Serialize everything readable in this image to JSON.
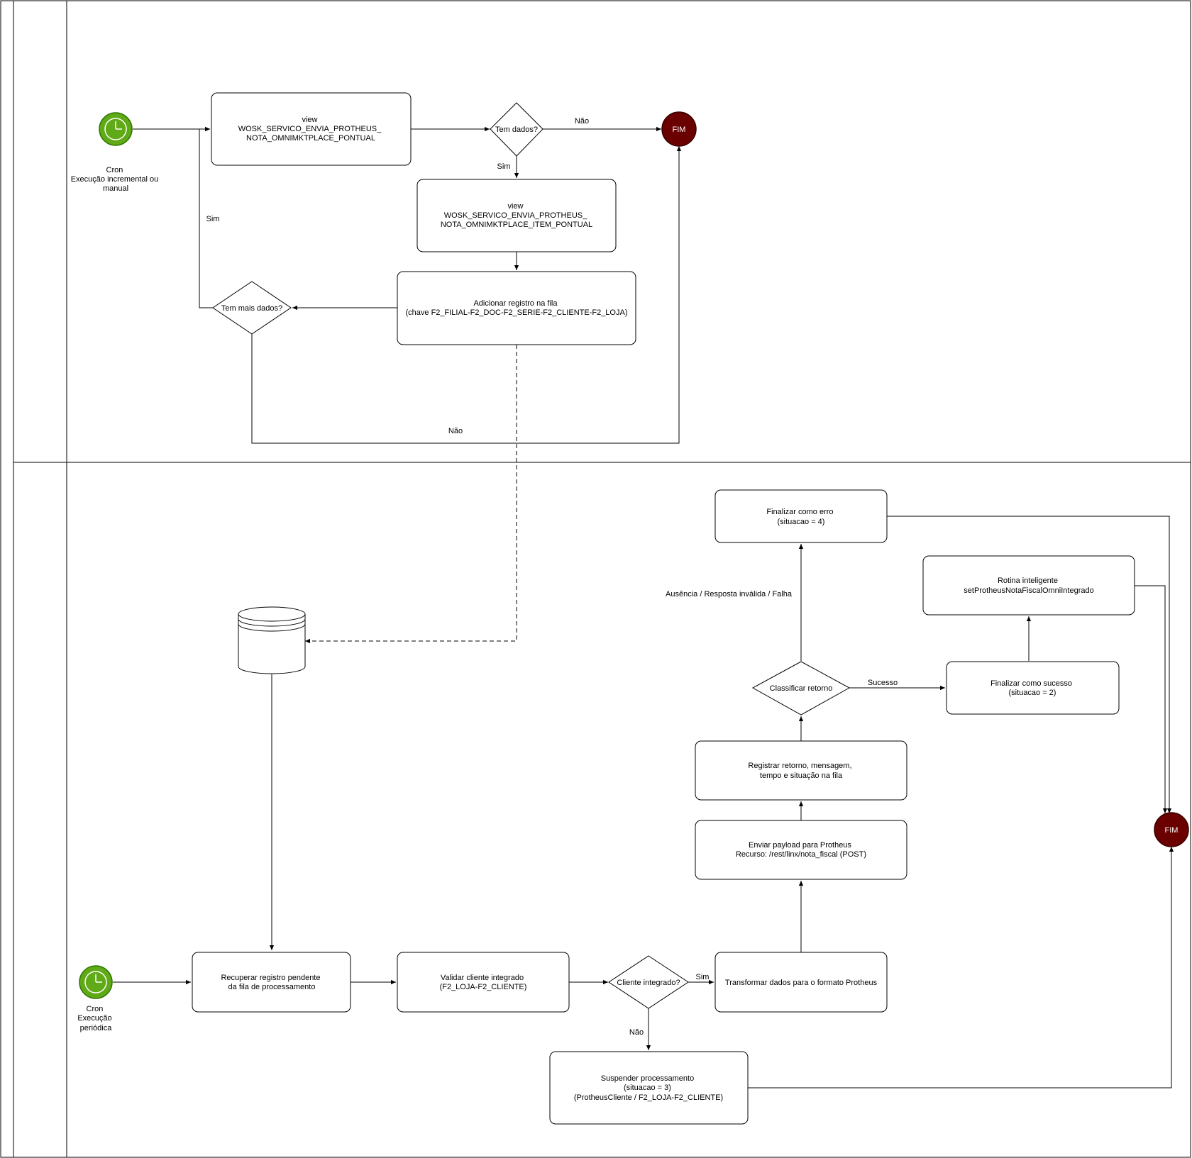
{
  "colors": {
    "start": "#60a917",
    "start_stroke": "#2d7600",
    "end": "#6a0000",
    "end_stroke": "#3a0000",
    "line": "#000000"
  },
  "icons": {
    "start_event": "clock-icon",
    "end_event": "stop-circle",
    "datastore": "database-icon"
  },
  "lane1": {
    "start_label": [
      "Cron",
      "Execução incremental ou",
      "manual"
    ],
    "view_nota": [
      "view",
      "WOSK_SERVICO_ENVIA_PROTHEUS_",
      "NOTA_OMNIMKTPLACE_PONTUAL"
    ],
    "tem_dados": "Tem dados?",
    "nao_top": "Não",
    "fim": "FIM",
    "sim_down": "Sim",
    "view_item": [
      "view",
      "WOSK_SERVICO_ENVIA_PROTHEUS_",
      "NOTA_OMNIMKTPLACE_ITEM_PONTUAL"
    ],
    "adicionar": [
      "Adicionar registro na fila",
      "(chave F2_FILIAL-F2_DOC-F2_SERIE-F2_CLIENTE-F2_LOJA)"
    ],
    "tem_mais": "Tem mais dados?",
    "sim_loop": "Sim",
    "nao_bottom": "Não"
  },
  "lane2": {
    "start_label": [
      "Cron",
      "Execução",
      "periódica"
    ],
    "recuperar": [
      "Recuperar registro pendente",
      "da fila de processamento"
    ],
    "validar": [
      "Validar cliente integrado",
      "(F2_LOJA-F2_CLIENTE)"
    ],
    "cliente_integrado": "Cliente integrado?",
    "sim": "Sim",
    "nao": "Não",
    "transformar": [
      "Transformar dados para o formato Protheus"
    ],
    "suspender": [
      "Suspender processamento",
      "(situacao = 3)",
      "(ProtheusCliente / F2_LOJA-F2_CLIENTE)"
    ],
    "enviar": [
      "Enviar payload para Protheus",
      "Recurso: /rest/linx/nota_fiscal (POST)"
    ],
    "registrar": [
      "Registrar retorno, mensagem,",
      "tempo e situação na fila"
    ],
    "classificar": "Classificar retorno",
    "sucesso": "Sucesso",
    "ausencia": "Ausência / Resposta inválida / Falha",
    "finalizar_sucesso": [
      "Finalizar como sucesso",
      "(situacao = 2)"
    ],
    "finalizar_erro": [
      "Finalizar como erro",
      "(situacao = 4)"
    ],
    "rotina": [
      "Rotina inteligente",
      "setProtheusNotaFiscalOmniIntegrado"
    ],
    "fim": "FIM"
  }
}
